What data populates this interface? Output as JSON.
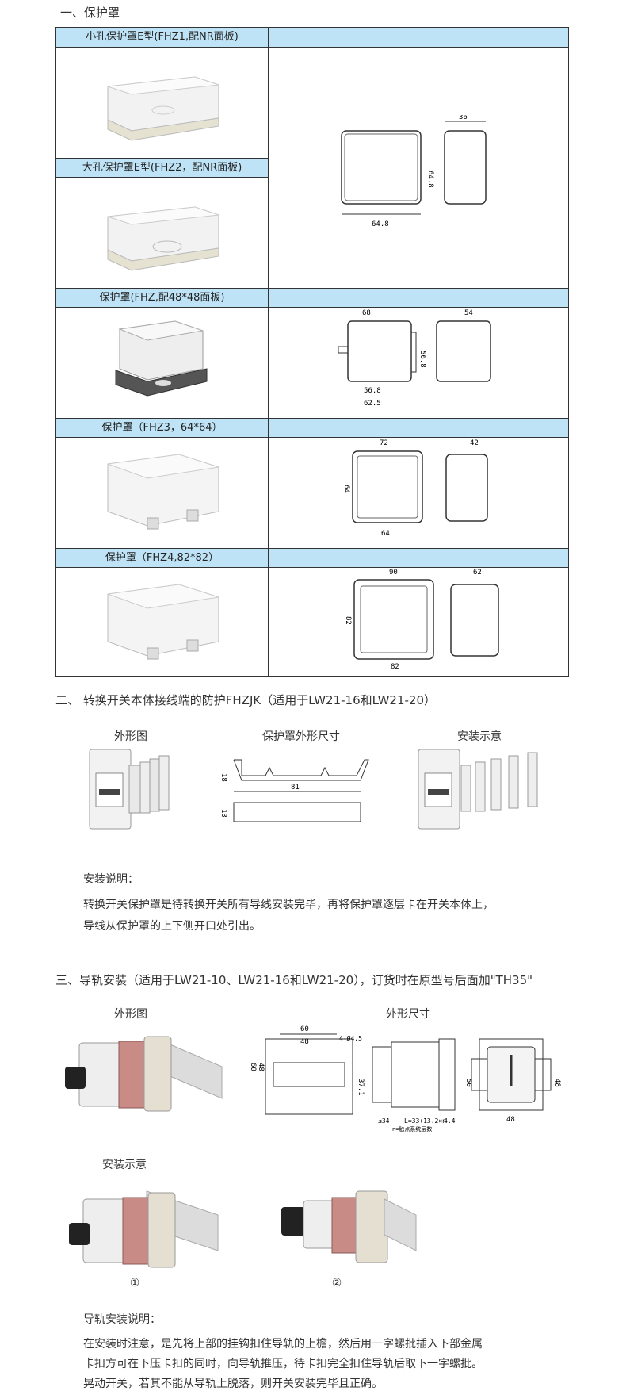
{
  "section1": {
    "heading": "一、保护罩",
    "rows": [
      {
        "title": "小孔保护罩E型(FHZ1,配NR面板)"
      },
      {
        "title": "大孔保护罩E型(FHZ2，配NR面板)"
      },
      {
        "title": "保护罩(FHZ,配48*48面板)"
      },
      {
        "title": "保护罩（FHZ3，64*64）"
      },
      {
        "title": "保护罩（FHZ4,82*82）"
      }
    ],
    "dims": {
      "fhz12": {
        "w": "64.8",
        "h": "64.8",
        "d": "36"
      },
      "fhz": {
        "w": "68",
        "h": "56.8",
        "inner": "56.8",
        "outer": "62.5",
        "d": "54"
      },
      "fhz3": {
        "w": "72",
        "h": "64",
        "bottom": "64",
        "d": "42"
      },
      "fhz4": {
        "w": "90",
        "h": "82",
        "bottom": "82",
        "d": "62"
      }
    }
  },
  "section2": {
    "heading": "二、 转换开关本体接线端的防护FHZJK（适用于LW21-16和LW21-20）",
    "col_labels": [
      "外形图",
      "保护罩外形尺寸",
      "安装示意"
    ],
    "dims": {
      "h1": "18",
      "w": "81",
      "h2": "13"
    },
    "note_title": "安装说明：",
    "note_lines": [
      "转换开关保护罩是待转换开关所有导线安装完毕，再将保护罩逐层卡在开关本体上，",
      "导线从保护罩的上下侧开口处引出。"
    ]
  },
  "section3": {
    "heading": "三、导轨安装（适用于LW21-10、LW21-16和LW21-20），订货时在原型号后面加\"TH35\"",
    "label_shape": "外形图",
    "label_dims": "外形尺寸",
    "label_install": "安装示意",
    "steps": [
      "①",
      "②"
    ],
    "dims": {
      "w60": "60",
      "w48": "48",
      "hole": "4-Ø4.5",
      "h60": "60",
      "h48": "48",
      "h37": "37.1",
      "l34": "≤34",
      "lsum": "L=33+13.2×n",
      "small": "4.4",
      "v50": "50",
      "v48": "48",
      "b48": "48",
      "note": "n=触点系统层数"
    },
    "note_title": "导轨安装说明：",
    "note_lines": [
      "在安装时注意，是先将上部的挂钩扣住导轨的上檐，然后用一字螺批插入下部金属",
      "卡扣方可在下压卡扣的同时，向导轨推压，待卡扣完全扣住导轨后取下一字螺批。",
      "晃动开关，若其不能从导轨上脱落，则开关安装完毕且正确。"
    ]
  },
  "colors": {
    "bar": "#bfe3f6",
    "line": "#333333"
  }
}
